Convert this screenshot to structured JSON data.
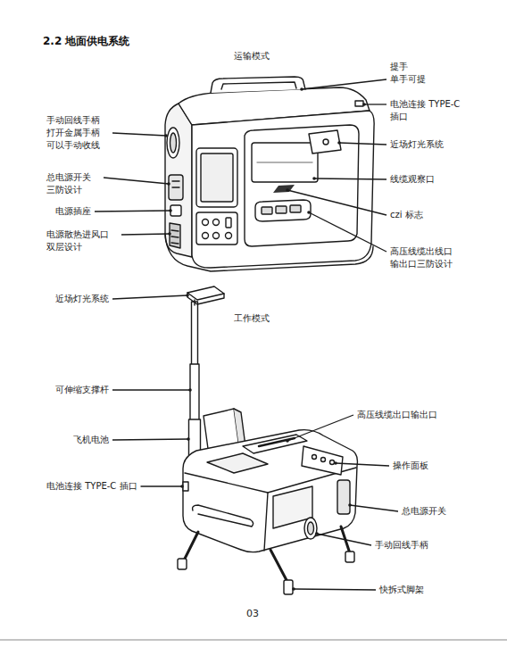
{
  "diagram": {
    "title": "2.2 地面供电系统",
    "labels": [
      "运输模式",
      "提手 单手可提",
      "电池连接 TYPE-C 插口",
      "手动回线手柄 打开金属手柄 可以手动收线",
      "近场灯光系统",
      "线缆观察口",
      "总电源开关 三防设计",
      "电源插座",
      "czi 标志",
      "电源散热进风口 双层设计",
      "高压线缆出线口 输出口三防设计",
      "近场灯光系统",
      "工作模式",
      "可伸缩支撑杆",
      "高压线缆出口输出口",
      "飞机电池",
      "操作面板",
      "电池连接 TYPE-C 插口",
      "总电源开关",
      "手动回线手柄",
      "快拆式脚架",
      "03"
    ]
  }
}
